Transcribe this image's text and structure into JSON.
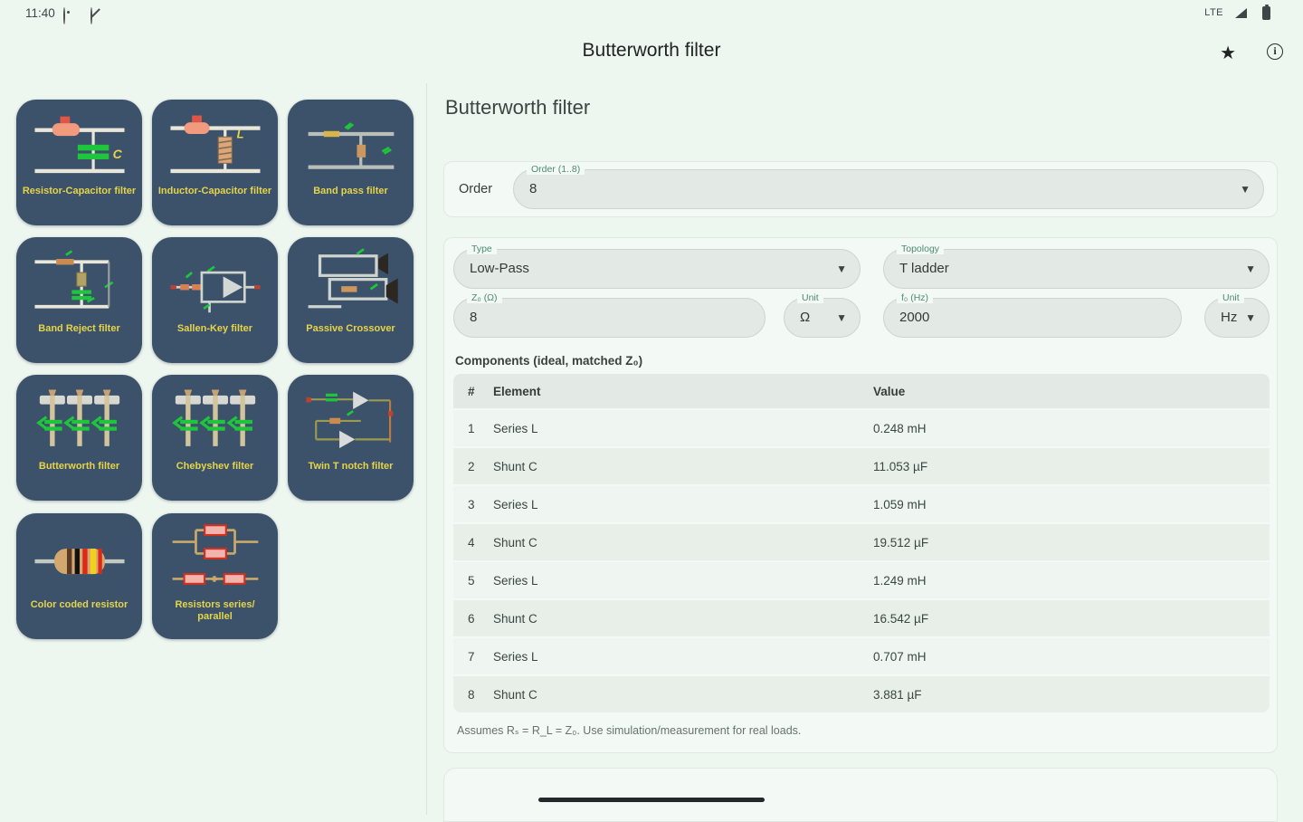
{
  "status_bar": {
    "time": "11:40",
    "network": "LTE"
  },
  "app_bar": {
    "title": "Butterworth filter"
  },
  "sidebar": {
    "tiles": [
      {
        "label": "Resistor-Capacitor filter",
        "icon": "rc-filter"
      },
      {
        "label": "Inductor-Capacitor filter",
        "icon": "lc-filter"
      },
      {
        "label": "Band pass filter",
        "icon": "band-pass-filter"
      },
      {
        "label": "Band Reject filter",
        "icon": "band-reject-filter"
      },
      {
        "label": "Sallen-Key filter",
        "icon": "sallen-key-filter"
      },
      {
        "label": "Passive  Crossover",
        "icon": "passive-crossover"
      },
      {
        "label": "Butterworth filter",
        "icon": "butterworth-filter"
      },
      {
        "label": "Chebyshev filter",
        "icon": "chebyshev-filter"
      },
      {
        "label": "Twin T notch filter",
        "icon": "twin-t-notch-filter"
      },
      {
        "label": "Color coded resistor",
        "icon": "color-coded-resistor"
      },
      {
        "label": "Resistors series/ parallel",
        "icon": "resistors-series-parallel"
      }
    ]
  },
  "main": {
    "heading": "Butterworth filter",
    "order": {
      "label": "Order",
      "field_label": "Order (1..8)",
      "value": "8"
    },
    "fields": {
      "type": {
        "label": "Type",
        "value": "Low-Pass"
      },
      "topology": {
        "label": "Topology",
        "value": "T ladder"
      },
      "z0": {
        "label": "Z₀ (Ω)",
        "value": "8"
      },
      "z0_unit": {
        "label": "Unit",
        "value": "Ω"
      },
      "f0": {
        "label": "f₀ (Hz)",
        "value": "2000"
      },
      "f0_unit": {
        "label": "Unit",
        "value": "Hz"
      }
    },
    "components": {
      "title": "Components (ideal, matched Z₀)",
      "columns": [
        "#",
        "Element",
        "Value"
      ],
      "rows": [
        [
          "1",
          "Series L",
          "0.248 mH"
        ],
        [
          "2",
          "Shunt C",
          "11.053 µF"
        ],
        [
          "3",
          "Series L",
          "1.059 mH"
        ],
        [
          "4",
          "Shunt C",
          "19.512 µF"
        ],
        [
          "5",
          "Series L",
          "1.249 mH"
        ],
        [
          "6",
          "Shunt C",
          "16.542 µF"
        ],
        [
          "7",
          "Series L",
          "0.707 mH"
        ],
        [
          "8",
          "Shunt C",
          "3.881 µF"
        ]
      ],
      "note": "Assumes Rₛ = R_L = Z₀. Use simulation/measurement for real loads."
    }
  },
  "colors": {
    "background": "#eef6f0",
    "tile": "#3c516a",
    "tile_label": "#e5d44c",
    "field_fill": "#e3e9e4",
    "field_label": "#4d8a73",
    "accent_green": "#1ec63c",
    "home_bar": "#23292b"
  }
}
